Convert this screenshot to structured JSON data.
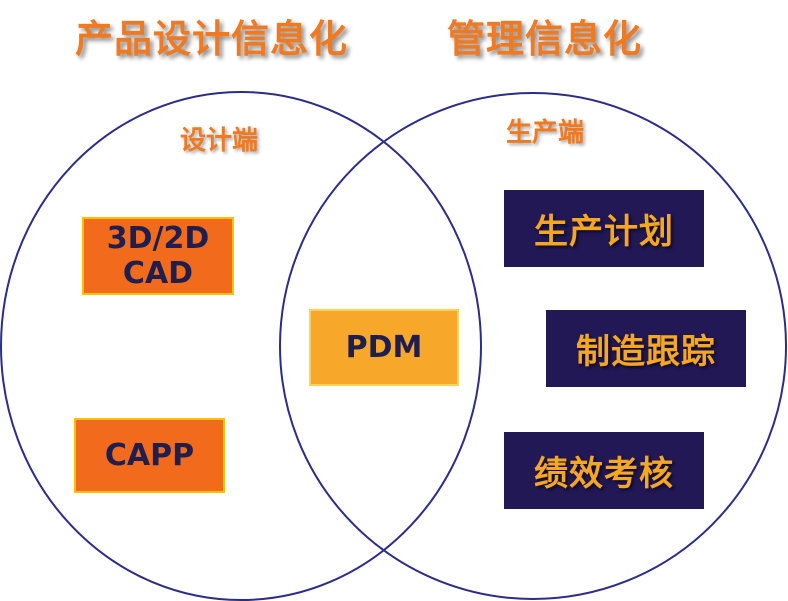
{
  "titles": {
    "left": "产品设计信息化",
    "right": "管理信息化"
  },
  "circles": {
    "left": {
      "label": "设计端"
    },
    "right": {
      "label": "生产端"
    },
    "stroke_color": "#2b2c8c"
  },
  "boxes": {
    "cad": {
      "lines": [
        "3D/2D",
        "CAD"
      ]
    },
    "capp": {
      "label": "CAPP"
    },
    "pdm": {
      "label": "PDM"
    },
    "plan": {
      "label": "生产计划"
    },
    "track": {
      "label": "制造跟踪"
    },
    "perf": {
      "label": "绩效考核"
    }
  },
  "colors": {
    "title_orange": "#f07a22",
    "box_orange": "#f26b1d",
    "box_amber": "#f7a82a",
    "box_navy": "#221855",
    "navy_text": "#f5a623"
  }
}
